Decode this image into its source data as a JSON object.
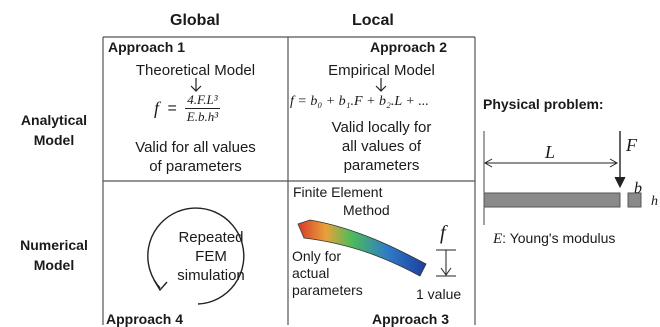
{
  "columns": {
    "global": "Global",
    "local": "Local"
  },
  "rows": {
    "analytical": [
      "Analytical",
      "Model"
    ],
    "numerical": [
      "Numerical",
      "Model"
    ]
  },
  "approach1": {
    "label": "Approach 1",
    "model": "Theoretical Model",
    "f": "f",
    "eq": "=",
    "numerator": "4.F.L³",
    "denominator": "E.b.h³",
    "validity": [
      "Valid for all values",
      "of parameters"
    ]
  },
  "approach2": {
    "label": "Approach 2",
    "model": "Empirical Model",
    "equation": "f = b₀ + b₁.F + b₂.L + ...",
    "validity": [
      "Valid locally for",
      "all values of",
      "parameters"
    ]
  },
  "approach3": {
    "label": "Approach 3",
    "method": [
      "Finite Element",
      "Method"
    ],
    "only": [
      "Only for",
      "actual",
      "parameters"
    ],
    "f": "f",
    "value": "1 value"
  },
  "approach4": {
    "label": "Approach 4",
    "text": [
      "Repeated",
      "FEM",
      "simulation"
    ]
  },
  "physical": {
    "title": "Physical problem:",
    "L": "L",
    "F": "F",
    "b": "b",
    "h": "h",
    "E": "E",
    "modulus": ": Young's modulus"
  }
}
